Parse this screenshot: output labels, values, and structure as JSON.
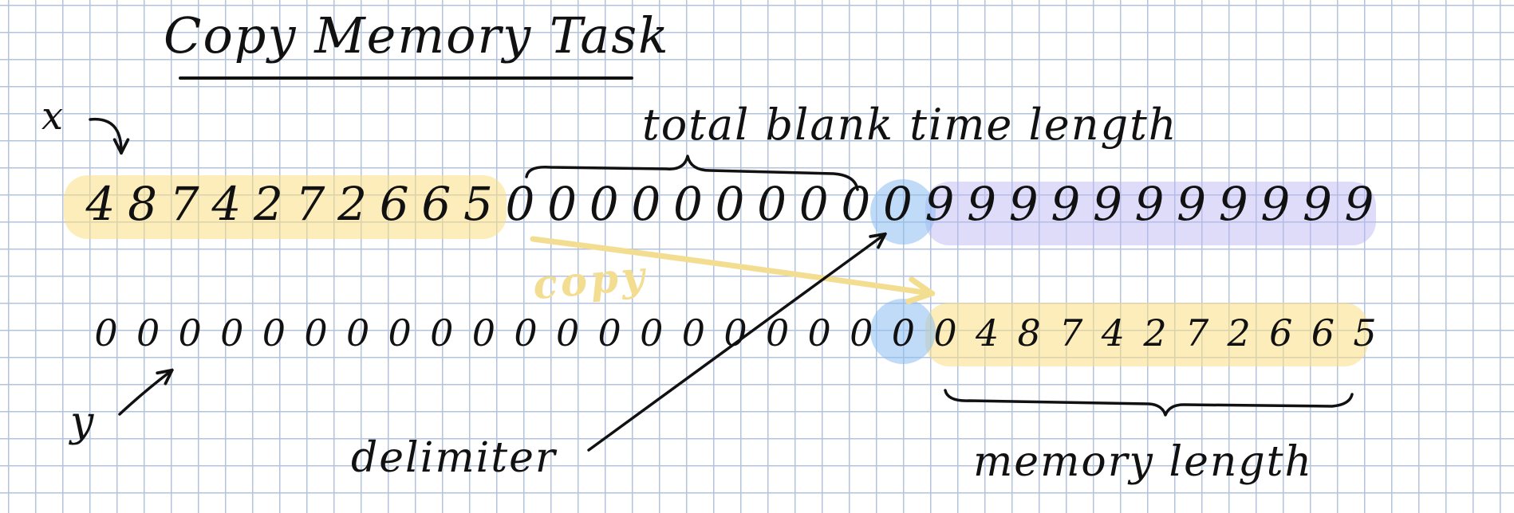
{
  "title": "Copy Memory Task",
  "labels": {
    "x": "x",
    "y": "y",
    "total_blank": "total blank time length",
    "delimiter": "delimiter",
    "memory_length": "memory length",
    "copy": "copy"
  },
  "sequence_x": [
    "4",
    "8",
    "7",
    "4",
    "2",
    "7",
    "2",
    "6",
    "6",
    "5",
    "0",
    "0",
    "0",
    "0",
    "0",
    "0",
    "0",
    "0",
    "0",
    "0",
    "9",
    "9",
    "9",
    "9",
    "9",
    "9",
    "9",
    "9",
    "9",
    "9",
    "9"
  ],
  "sequence_y": [
    "0",
    "0",
    "0",
    "0",
    "0",
    "0",
    "0",
    "0",
    "0",
    "0",
    "0",
    "0",
    "0",
    "0",
    "0",
    "0",
    "0",
    "0",
    "0",
    "0",
    "0",
    "4",
    "8",
    "7",
    "4",
    "2",
    "7",
    "2",
    "6",
    "6",
    "5"
  ],
  "colors": {
    "data_highlight": "#fade82",
    "nines_highlight": "#b7b2f4",
    "delimiter_highlight": "#8cbef0",
    "copy_arrow": "#f3dd91",
    "grid": "#b3c3dc",
    "ink": "#111111"
  }
}
